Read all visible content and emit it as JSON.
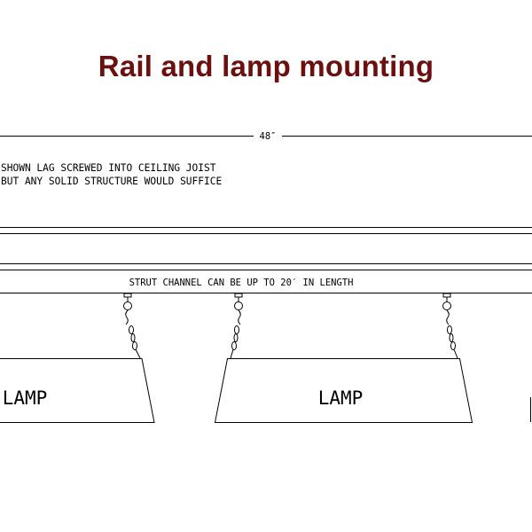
{
  "title": "Rail and lamp mounting",
  "dimension_label": "48″",
  "note_line_1": "SHOWN LAG SCREWED INTO CEILING JOIST",
  "note_line_2": "BUT ANY SOLID STRUCTURE WOULD SUFFICE",
  "strut_label": "STRUT CHANNEL CAN BE UP TO 20′ IN LENGTH",
  "lamps": [
    {
      "label": "LAMP"
    },
    {
      "label": "LAMP"
    }
  ],
  "colors": {
    "title": "#6b0f0f",
    "lines": "#000000",
    "background": "#ffffff"
  }
}
